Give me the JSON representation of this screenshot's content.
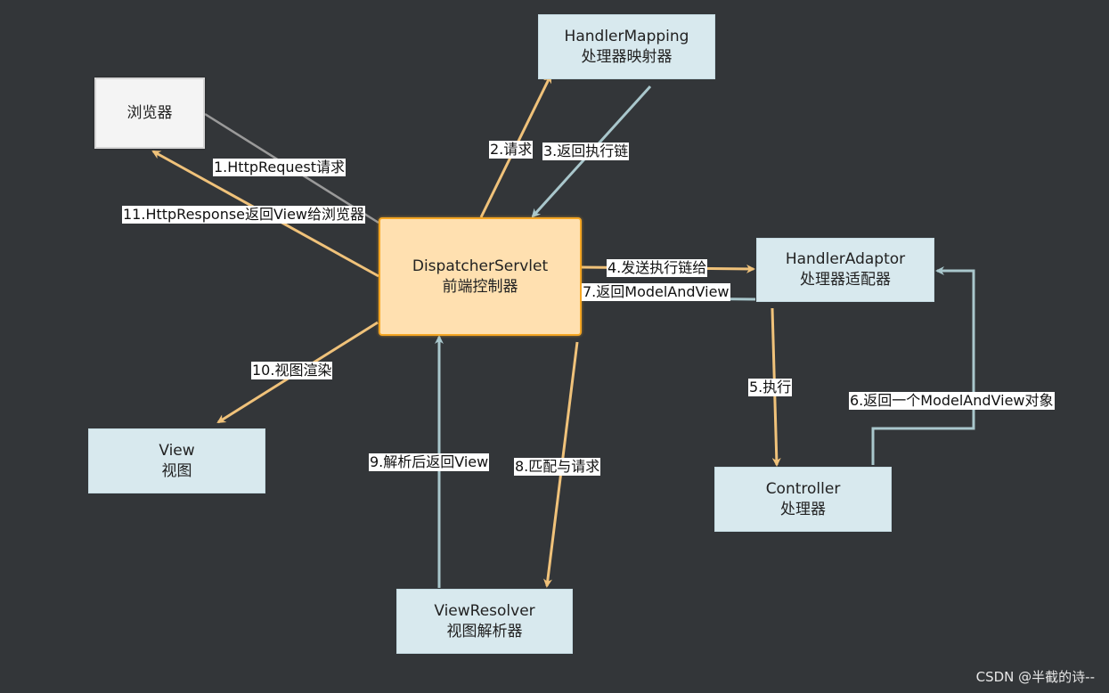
{
  "colors": {
    "background": "#333639",
    "request_arrow": "#f0c27a",
    "return_arrow": "#a9c7cc",
    "gray_line": "#9a9a9a",
    "main_fill": "#ffe0b0",
    "main_border": "#f5a623",
    "box_fill": "#d8e9ee"
  },
  "nodes": {
    "browser": {
      "title": "浏览器"
    },
    "handler_mapping": {
      "title": "HandlerMapping",
      "subtitle": "处理器映射器"
    },
    "dispatcher": {
      "title": "DispatcherServlet",
      "subtitle": "前端控制器"
    },
    "handler_adaptor": {
      "title": "HandlerAdaptor",
      "subtitle": "处理器适配器"
    },
    "view": {
      "title": "View",
      "subtitle": "视图"
    },
    "controller": {
      "title": "Controller",
      "subtitle": "处理器"
    },
    "view_resolver": {
      "title": "ViewResolver",
      "subtitle": "视图解析器"
    }
  },
  "edges": {
    "e1": "1.HttpRequest请求",
    "e2": "2.请求",
    "e3": "3.返回执行链",
    "e4": "4.发送执行链给",
    "e5": "5.执行",
    "e6": "6.返回一个ModelAndView对象",
    "e7": "7.返回ModelAndView",
    "e8": "8.匹配与请求",
    "e9": "9.解析后返回View",
    "e10": "10.视图渲染",
    "e11": "11.HttpResponse返回View给浏览器"
  },
  "watermark": "CSDN @半截的诗--"
}
